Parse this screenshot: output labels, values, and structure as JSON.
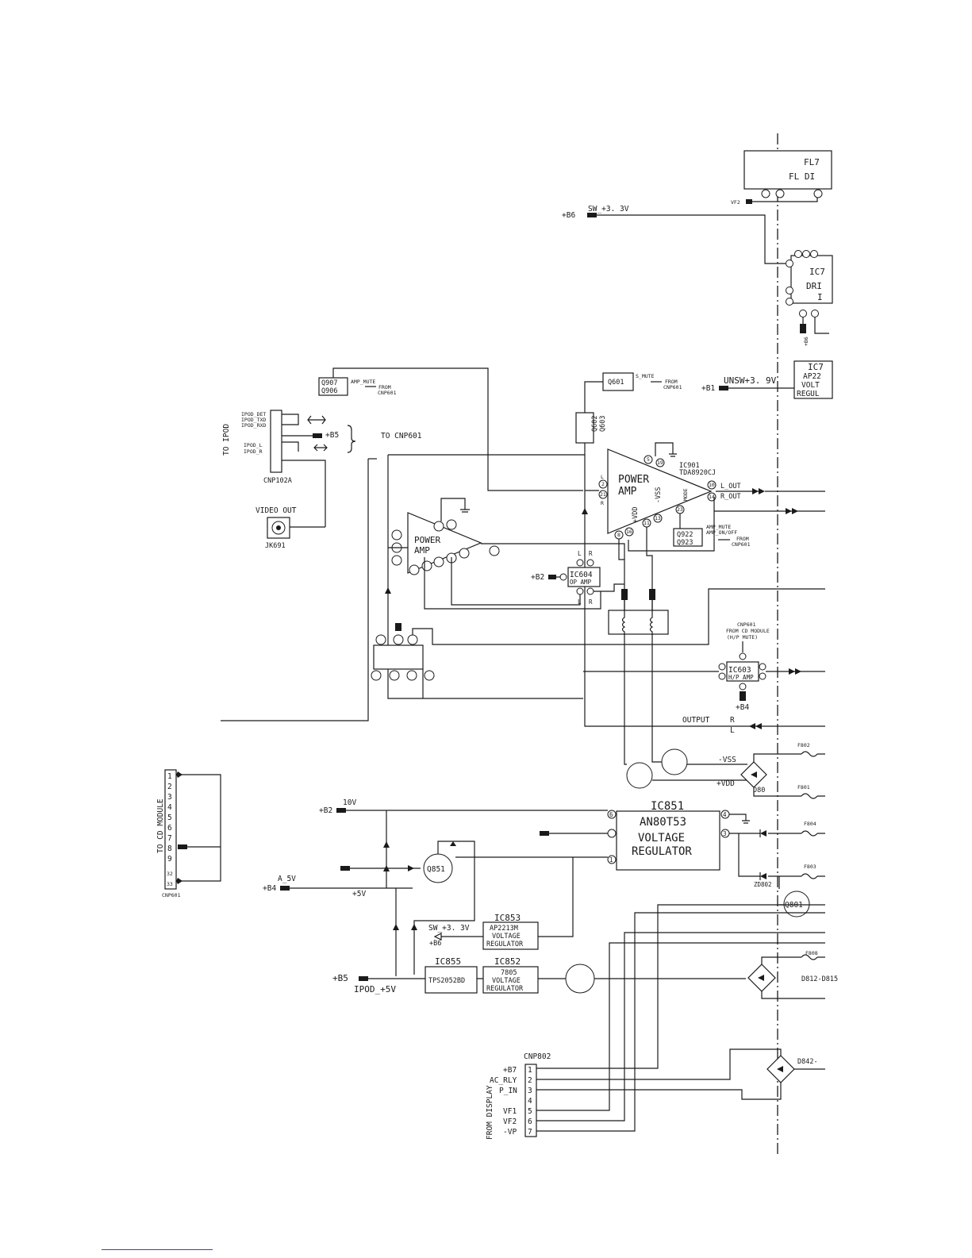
{
  "colors": {
    "ink": "#1a1a1a",
    "paper": "#ffffff",
    "footnote_rule": "#2b45c4"
  },
  "display": {
    "fl_a": "FL7",
    "fl_b": "FL DI",
    "driver_a": "IC7",
    "driver_b": "DRI",
    "driver_c": "I",
    "vf2": "VF2",
    "b6_small": "+B6",
    "reg_a": "IC7",
    "reg_b": "AP22",
    "reg_c": "VOLT",
    "reg_d": "REGUL"
  },
  "rails": {
    "b6": "+B6",
    "sw33_top": "SW_+3. 3V",
    "unsw": "UNSW+3. 9V",
    "b1": "+B1"
  },
  "mute": {
    "q907": "Q907",
    "q906": "Q906",
    "amp_mute": "AMP_MUTE",
    "from": "FROM",
    "cnp601": "CNP601",
    "q601": "Q601",
    "s_mute": "S_MUTE",
    "q602": "Q602",
    "q603": "Q603"
  },
  "ipod": {
    "to_ipod": "TO IPOD",
    "det": "IPOD_DET",
    "txd": "IPOD_TXD",
    "rxd": "IPOD_RXD",
    "l": "IPOD_L",
    "r": "IPOD_R",
    "b5": "+B5",
    "to_cnp601": "TO CNP601",
    "connector": "CNP102A"
  },
  "video": {
    "label": "VIDEO OUT",
    "jack": "JK691"
  },
  "power_amp_main": {
    "line1": "POWER",
    "line2": "AMP",
    "ic": "IC901",
    "part": "TDA8920CJ",
    "l_out": "L_OUT",
    "r_out": "R_OUT",
    "vdd": "+VDD",
    "vss": "-VSS",
    "mode": "MODE",
    "pin_l": "L",
    "pin_r": "R",
    "q922": "Q922",
    "q923": "Q923",
    "amp_mute": "AMP_MUTE",
    "amp_onoff": "AMP_ON/OFF",
    "from": "FROM",
    "cnp601": "CNP601",
    "pins": [
      "5",
      "19",
      "2",
      "21",
      "10",
      "14",
      "8",
      "16",
      "11",
      "13",
      "23"
    ]
  },
  "power_amp_sub": {
    "line1": "POWER",
    "line2": "AMP"
  },
  "ic604": {
    "name": "IC604",
    "sub": "OP AMP",
    "b2": "+B2",
    "l": "L",
    "r": "R"
  },
  "ic603": {
    "name": "IC603",
    "sub": "H/P AMP",
    "b4": "+B4",
    "cnp601": "CNP601",
    "from_cd": "FROM CD MODULE",
    "hp_mute": "(H/P MUTE)"
  },
  "output": {
    "label": "OUTPUT",
    "r": "R",
    "l": "L"
  },
  "fuses": {
    "f802": "F802",
    "f801": "F801",
    "f804": "F804",
    "f803": "F803",
    "f808": "F808"
  },
  "supply": {
    "vss": "-VSS",
    "vdd": "+VDD",
    "d80": "D80",
    "zd802": "ZD802",
    "q801": "Q801",
    "d812": "D812-D815",
    "d842": "D842-"
  },
  "ic851": {
    "name": "IC851",
    "part": "AN80T53",
    "line1": "VOLTAGE",
    "line2": "REGULATOR",
    "pins": [
      "6",
      "4",
      "3",
      "1"
    ]
  },
  "cd_module": {
    "label": "TO CD MODULE",
    "connector": "CNP601",
    "pins": [
      "1",
      "2",
      "3",
      "4",
      "5",
      "6",
      "7",
      "8",
      "9",
      "32",
      "33"
    ]
  },
  "regulators": {
    "b2": "+B2",
    "v10": "10V",
    "a5v": "A_5V",
    "b4": "+B4",
    "v5": "+5V",
    "q851": "Q851",
    "ic853": "IC853",
    "ic853_part": "AP2213M",
    "sw33": "SW_+3. 3V",
    "b6": "+B6",
    "ic855": "IC855",
    "ic855_part": "TPS2052BD",
    "ic852": "IC852",
    "ic852_part": "7805",
    "vreg_a": "VOLTAGE",
    "vreg_b": "REGULATOR",
    "b5": "+B5",
    "ipod5v": "IPOD_+5V"
  },
  "cnp802": {
    "name": "CNP802",
    "from_display": "FROM DISPLAY",
    "pins": [
      "1",
      "2",
      "3",
      "4",
      "5",
      "6",
      "7"
    ],
    "signals": [
      "+B7",
      "AC_RLY",
      "P_IN",
      "",
      "VF1",
      "VF2",
      "-VP"
    ]
  }
}
